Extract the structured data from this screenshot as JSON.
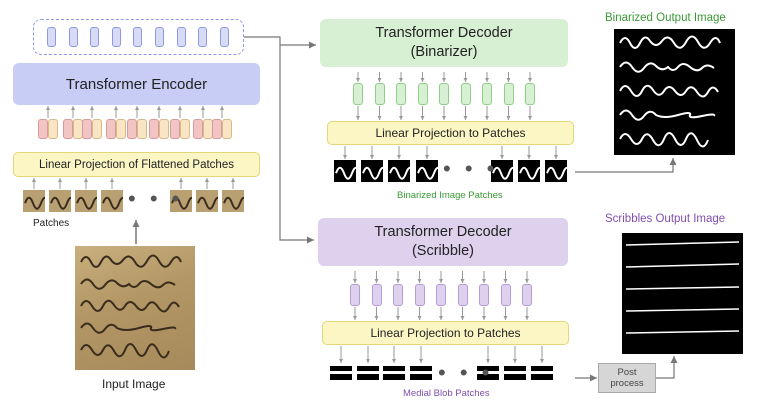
{
  "encoder": {
    "title": "Transformer Encoder",
    "linear_projection": "Linear Projection of Flattened Patches",
    "patches_label": "Patches",
    "input_label": "Input Image"
  },
  "binarizer": {
    "title_line1": "Transformer Decoder",
    "title_line2": "(Binarizer)",
    "linear_projection": "Linear Projection to Patches",
    "patches_label": "Binarized Image Patches",
    "output_label": "Binarized Output Image"
  },
  "scribble": {
    "title_line1": "Transformer Decoder",
    "title_line2": "(Scribble)",
    "linear_projection": "Linear Projection to Patches",
    "patches_label": "Medial Blob Patches",
    "output_label": "Scribbles Output Image",
    "post_process_line1": "Post",
    "post_process_line2": "process"
  },
  "colors": {
    "encoder_fill": "#c7cdf5",
    "token_fill": "#d7dbf6",
    "binarizer_fill": "#d7efd3",
    "binarizer_label": "#3a9a34",
    "scribble_fill": "#ddd1ee",
    "scribble_label": "#8050b0",
    "projection_fill": "#fbf6c4",
    "projection_border": "#e4d77a",
    "embed_pink": "#f2c4c4",
    "embed_cream": "#f9e5c3",
    "arrow": "#777777"
  }
}
